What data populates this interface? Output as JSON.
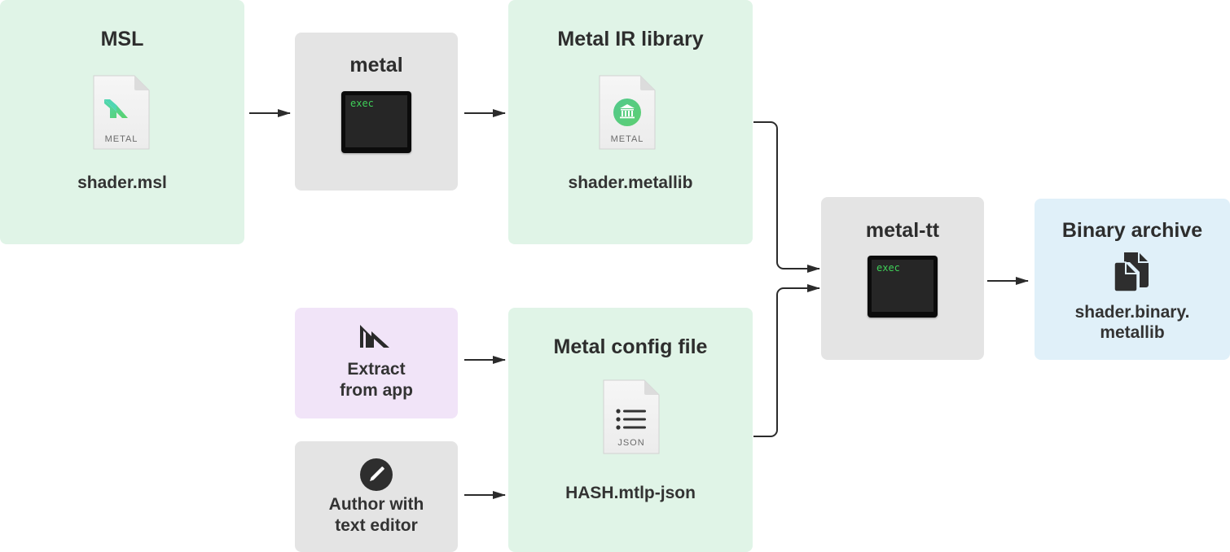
{
  "diagram": {
    "title": "Metal binary archive build pipeline",
    "colors": {
      "file_node": "#e0f4e7",
      "tool_node": "#e4e4e4",
      "source_node": "#f1e4f8",
      "output_node": "#e0f0f9",
      "exec_text": "#3fcf58",
      "arrow": "#2b2b2b"
    },
    "nodes": {
      "msl": {
        "title": "MSL",
        "icon": "metal-source-file-icon",
        "icon_label": "METAL",
        "caption": "shader.msl"
      },
      "metal": {
        "title": "metal",
        "icon": "terminal-exec-icon",
        "icon_label": "exec"
      },
      "metal_ir": {
        "title": "Metal IR library",
        "icon": "metal-library-file-icon",
        "icon_label": "METAL",
        "caption": "shader.metallib"
      },
      "extract": {
        "icon": "metal-logo-icon",
        "caption_line1": "Extract",
        "caption_line2": "from app"
      },
      "author": {
        "icon": "pencil-icon",
        "caption_line1": "Author with",
        "caption_line2": "text editor"
      },
      "config": {
        "title": "Metal config file",
        "icon": "json-file-icon",
        "icon_label": "JSON",
        "caption": "HASH.mtlp-json"
      },
      "metal_tt": {
        "title": "metal-tt",
        "icon": "terminal-exec-icon",
        "icon_label": "exec"
      },
      "binary": {
        "title": "Binary archive",
        "icon": "documents-icon",
        "caption_line1": "shader.binary.",
        "caption_line2": "metallib"
      }
    },
    "edges": [
      {
        "from": "msl",
        "to": "metal"
      },
      {
        "from": "metal",
        "to": "metal_ir"
      },
      {
        "from": "metal_ir",
        "to": "metal_tt"
      },
      {
        "from": "extract",
        "to": "config"
      },
      {
        "from": "author",
        "to": "config"
      },
      {
        "from": "config",
        "to": "metal_tt"
      },
      {
        "from": "metal_tt",
        "to": "binary"
      }
    ]
  }
}
